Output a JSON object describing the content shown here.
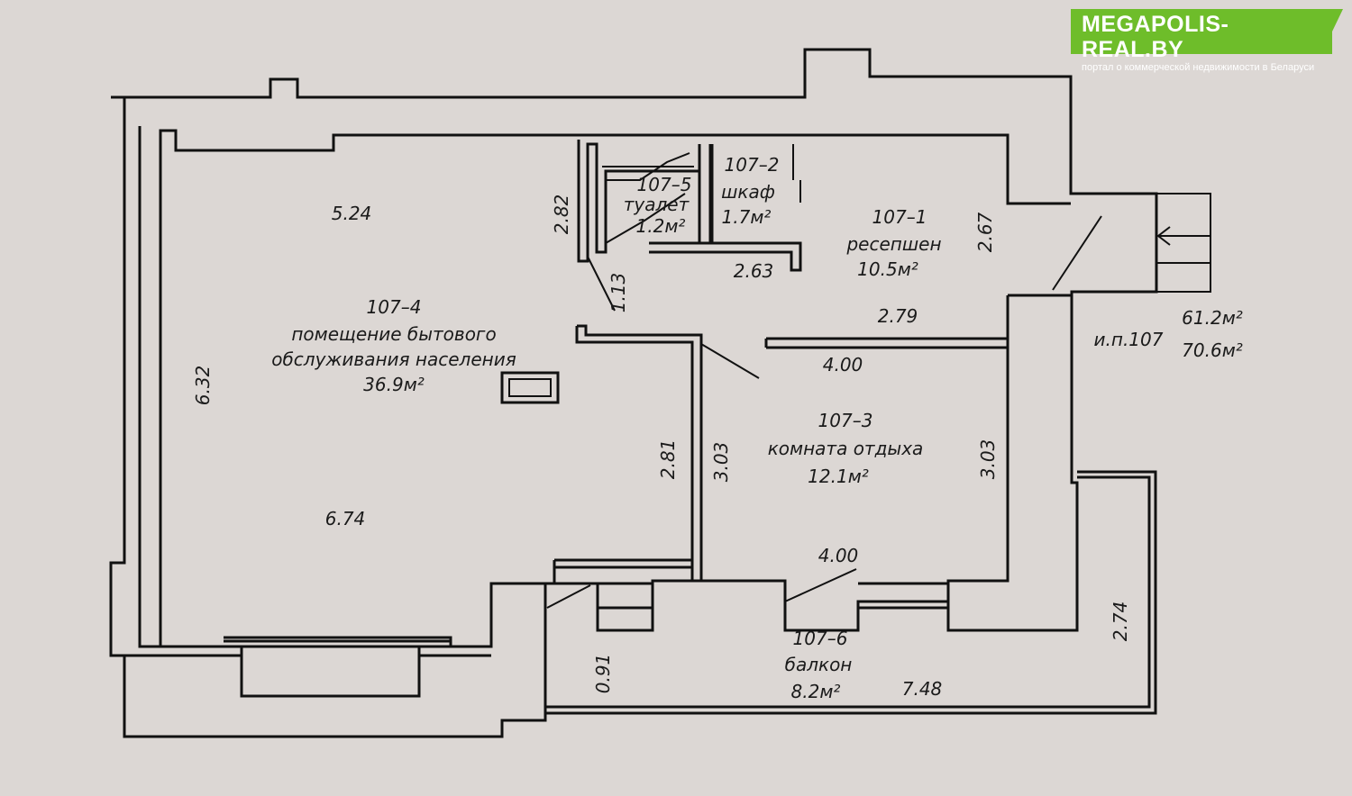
{
  "logo": {
    "title": "MEGAPOLIS-REAL.BY",
    "subtitle": "портал о коммерческой недвижимости в Беларуси"
  },
  "rooms": {
    "r1074": {
      "id": "107–4",
      "name1": "помещение бытового",
      "name2": "обслуживания населения",
      "area": "36.9м²"
    },
    "r1075": {
      "id": "107–5",
      "name": "туалет",
      "area": "1.2м²"
    },
    "r1072": {
      "id": "107–2",
      "name": "шкаф",
      "area": "1.7м²"
    },
    "r1071": {
      "id": "107–1",
      "name": "ресепшен",
      "area": "10.5м²"
    },
    "r1073": {
      "id": "107–3",
      "name": "комната отдыха",
      "area": "12.1м²"
    },
    "r1076": {
      "id": "107–6",
      "name": "балкон",
      "area": "8.2м²"
    }
  },
  "summary": {
    "label": "и.п.107",
    "area_main": "61.2м²",
    "area_total": "70.6м²"
  },
  "dimensions": {
    "d524": "5.24",
    "d632": "6.32",
    "d674": "6.74",
    "d282": "2.82",
    "d113": "1.13",
    "d263": "2.63",
    "d267": "2.67",
    "d279": "2.79",
    "d400a": "4.00",
    "d281": "2.81",
    "d303a": "3.03",
    "d303b": "3.03",
    "d400b": "4.00",
    "d091": "0.91",
    "d748": "7.48",
    "d274": "2.74"
  }
}
